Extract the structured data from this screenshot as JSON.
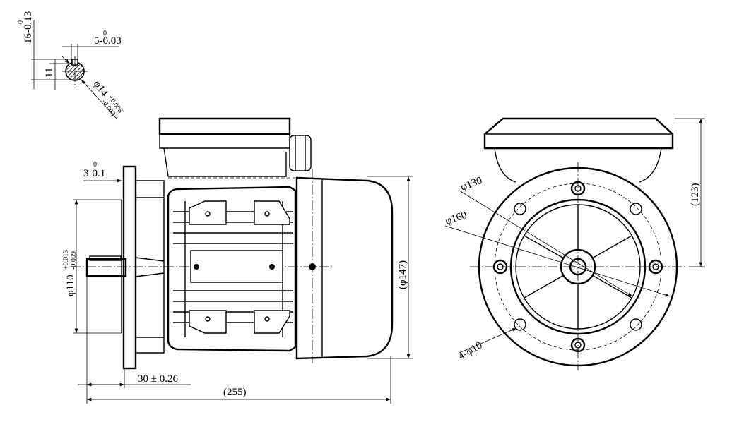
{
  "drawing": {
    "key_section": {
      "key_depth": {
        "value": "16-0.13",
        "upper": "0"
      },
      "key_width": {
        "value": "5-0.03",
        "upper": "0"
      },
      "key_height": "11",
      "shaft_dia": {
        "value": "φ14",
        "upper": "+0.008",
        "lower": "-0.003"
      }
    },
    "side_view": {
      "flange_thickness": {
        "value": "3-0.1",
        "upper": "0"
      },
      "spigot_dia": {
        "value": "φ110",
        "upper": "+0.013",
        "lower": "-0.009"
      },
      "shaft_length": "30 ± 0.26",
      "overall_length": "(255)",
      "body_dia": "(φ147)"
    },
    "end_view": {
      "pcd": "φ130",
      "flange_dia": "φ160",
      "holes": "4-φ10",
      "shaft_height": "(123)"
    }
  }
}
